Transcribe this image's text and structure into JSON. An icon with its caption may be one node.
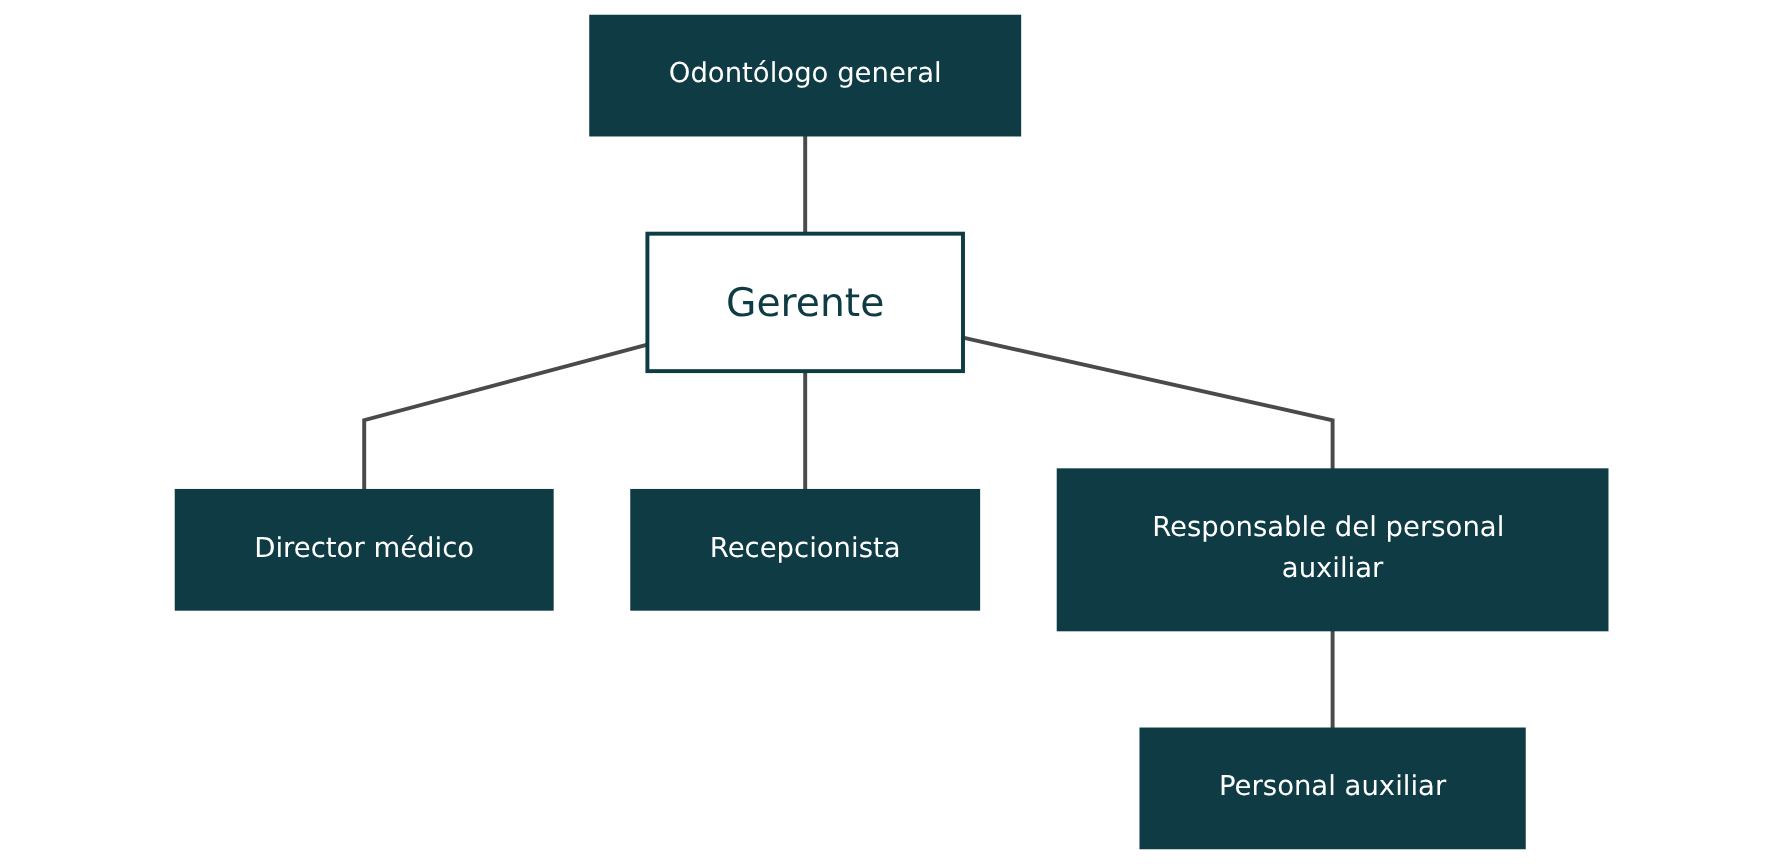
{
  "diagram": {
    "nodes": [
      {
        "text": [
          "Odontólogo general"
        ]
      },
      {
        "text": [
          "Gerente"
        ]
      },
      {
        "text": [
          "Director médico"
        ]
      },
      {
        "text": [
          "Recepcionista"
        ]
      },
      {
        "text": [
          "Responsable del personal auxiliar"
        ]
      },
      {
        "text": [
          "Personal auxiliar"
        ]
      }
    ],
    "edges": [
      {
        "from": 0,
        "to": 1,
        "arrow": "none"
      },
      {
        "from": 1,
        "to": 2,
        "arrow": "none"
      },
      {
        "from": 1,
        "to": 3,
        "arrow": "none"
      },
      {
        "from": 1,
        "to": 4,
        "arrow": "none"
      },
      {
        "from": 4,
        "to": 5,
        "arrow": "none"
      }
    ]
  }
}
